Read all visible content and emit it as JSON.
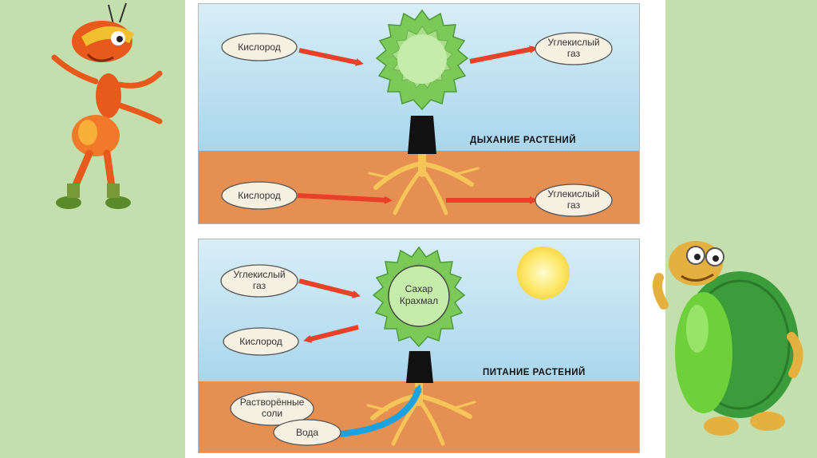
{
  "respiration": {
    "title": "ДЫХАНИЕ РАСТЕНИЙ",
    "leaf_in": "Кислород",
    "leaf_out_line1": "Углекислый",
    "leaf_out_line2": "газ",
    "root_in": "Кислород",
    "root_out_line1": "Углекислый",
    "root_out_line2": "газ"
  },
  "nutrition": {
    "title": "ПИТАНИЕ РАСТЕНИЙ",
    "leaf_in_line1": "Углекислый",
    "leaf_in_line2": "газ",
    "leaf_out": "Кислород",
    "crown_line1": "Сахар",
    "crown_line2": "Крахмал",
    "root_salts_line1": "Растворённые",
    "root_salts_line2": "соли",
    "root_water": "Вода"
  },
  "colors": {
    "sky_top": "#d8eef7",
    "sky_bottom": "#a9d6ec",
    "soil": "#e68f52",
    "crown": "#7cc95a",
    "arrow_red": "#e8412a",
    "arrow_blue": "#1aa3e0",
    "roots": "#f5c55a",
    "side_bg": "#c4dfae"
  }
}
